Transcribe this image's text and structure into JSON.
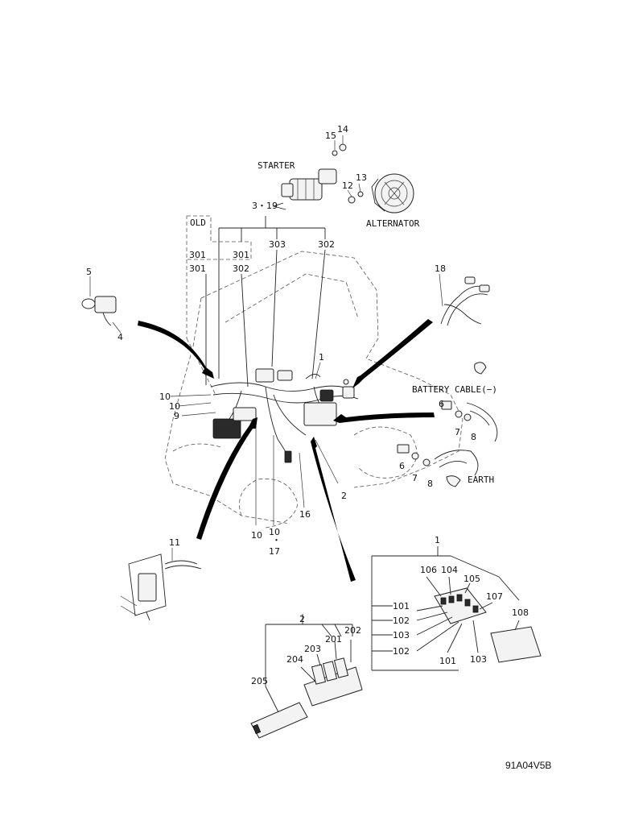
{
  "captions": {
    "starter": "STARTER",
    "alternator": "ALTERNATOR",
    "battery_cable": "BATTERY CABLE(−)",
    "earth": "EARTH",
    "old": "OLD"
  },
  "figure_code": "91A04V5B",
  "callouts": {
    "c15": "15",
    "c14": "14",
    "c13": "13",
    "c12": "12",
    "c3_19": "3・19",
    "c303": "303",
    "c302_top": "302",
    "c301_a": "301",
    "c301_b": "301",
    "c301_c": "301",
    "c302_b": "302",
    "c5": "5",
    "c4": "4",
    "c18": "18",
    "c1_main": "1",
    "c10_a": "10",
    "c10_b": "10",
    "c9": "9",
    "c6_a": "6",
    "c7_a": "7",
    "c8_a": "8",
    "c6_b": "6",
    "c7_b": "7",
    "c8_b": "8",
    "c2_main": "2",
    "c16": "16",
    "c10_c": "10",
    "c10_d": "10",
    "c17": "17",
    "c11": "11",
    "c1_detail": "1",
    "c106": "106",
    "c104": "104",
    "c105": "105",
    "c107": "107",
    "c108": "108",
    "c101_a": "101",
    "c102_a": "102",
    "c103_a": "103",
    "c102_b": "102",
    "c101_b": "101",
    "c103_b": "103",
    "c2_detail": "2",
    "c203": "203",
    "c201": "201",
    "c202": "202",
    "c204": "204",
    "c205": "205"
  }
}
